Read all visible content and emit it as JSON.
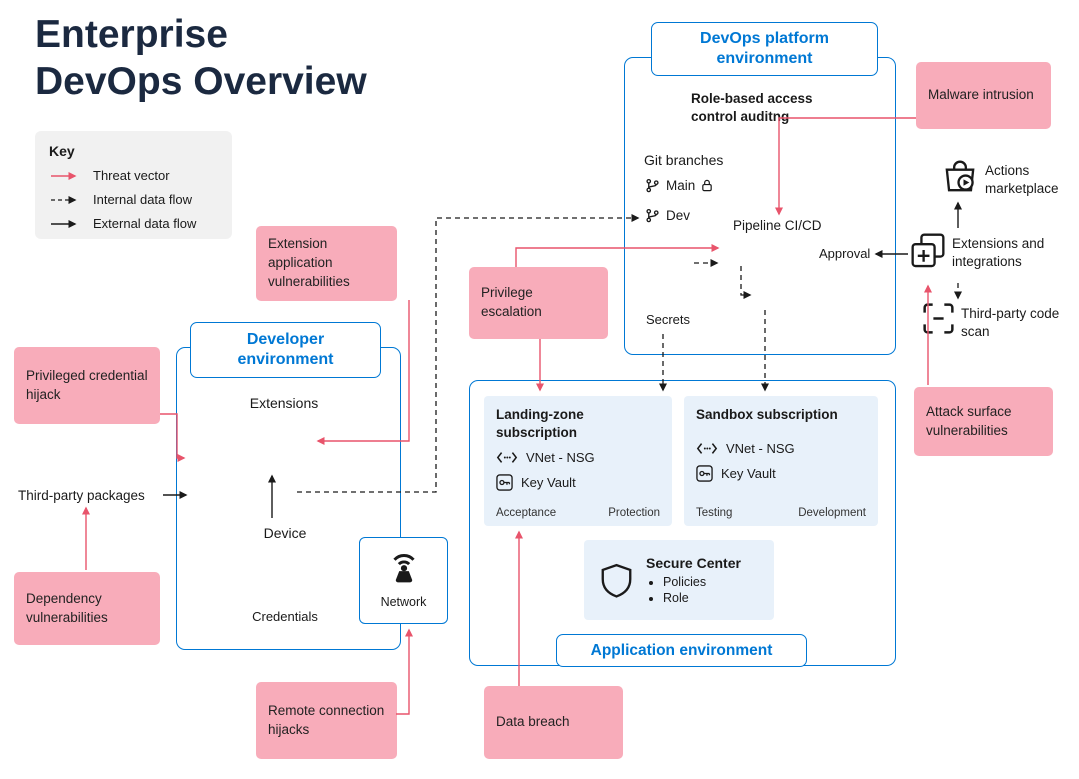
{
  "title": {
    "line1": "Enterprise",
    "line2": "DevOps Overview"
  },
  "key": {
    "heading": "Key",
    "items": [
      "Threat vector",
      "Internal data flow",
      "External data flow"
    ]
  },
  "threats": {
    "malware": "Malware intrusion",
    "extension_app": "Extension application vulnerabilities",
    "privilege_escalation": "Privilege escalation",
    "privileged_credential": "Privileged credential hijack",
    "dependency": "Dependency vulnerabilities",
    "remote_connection": "Remote connection hijacks",
    "data_breach": "Data breach",
    "attack_surface": "Attack surface vulnerabilities"
  },
  "devops_platform": {
    "title": "DevOps platform environment",
    "rbac_label": "Role-based access control auditng",
    "git_branches_label": "Git branches",
    "branch_main": "Main",
    "branch_dev": "Dev",
    "pipeline_label": "Pipeline CI/CD",
    "approval_label": "Approval",
    "secrets_label": "Secrets"
  },
  "developer_env": {
    "title": "Developer environment",
    "extensions_label": "Extensions",
    "device_label": "Device",
    "credentials_label": "Credentials",
    "network_label": "Network"
  },
  "application_env": {
    "title": "Application environment",
    "landing_zone": {
      "title": "Landing-zone subscription",
      "vnet": "VNet - NSG",
      "key_vault": "Key Vault",
      "stage_left": "Acceptance",
      "stage_right": "Protection"
    },
    "sandbox": {
      "title": "Sandbox subscription",
      "vnet": "VNet - NSG",
      "key_vault": "Key Vault",
      "stage_left": "Testing",
      "stage_right": "Development"
    },
    "secure_center": {
      "title": "Secure Center",
      "items": [
        "Policies",
        "Role"
      ]
    }
  },
  "right_column": {
    "actions_marketplace": "Actions marketplace",
    "extensions_integrations": "Extensions and integrations",
    "third_party_code_scan": "Third-party code scan"
  },
  "left_labels": {
    "third_party_packages": "Third-party packages"
  },
  "colors": {
    "accent_blue": "#0078d4",
    "threat_box_pink": "#f8acba",
    "threat_arrow_red": "#e8546b",
    "flow_black": "#1a1a1a",
    "title_navy": "#1b2940",
    "subbox_blue": "#e8f1fa",
    "key_box_gray": "#f1f1f1"
  }
}
